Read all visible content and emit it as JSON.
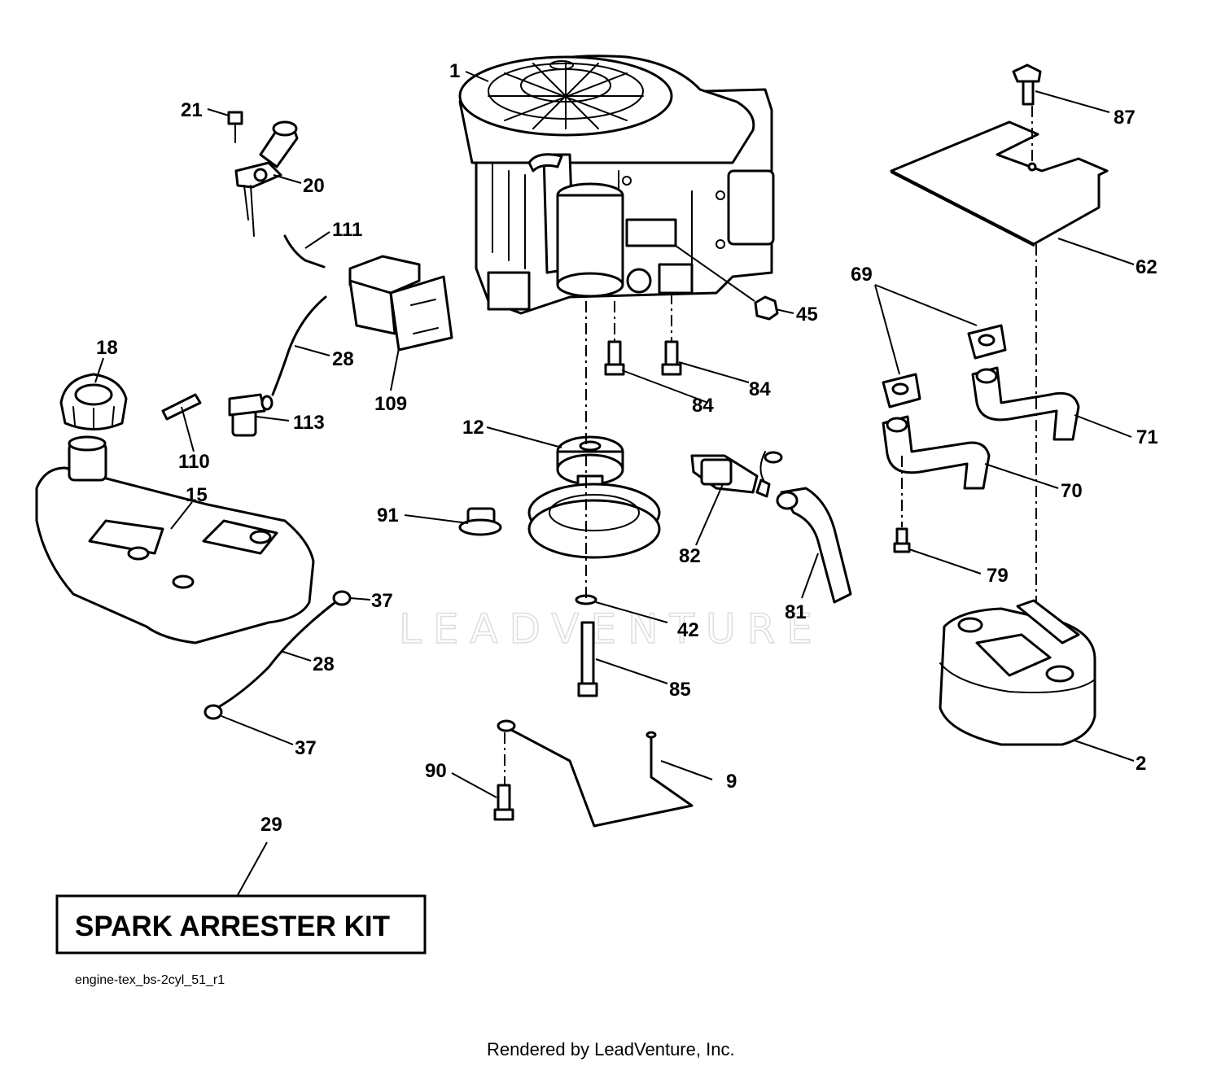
{
  "callouts": [
    "1",
    "2",
    "9",
    "12",
    "15",
    "18",
    "20",
    "21",
    "28",
    "28",
    "29",
    "37",
    "37",
    "42",
    "45",
    "62",
    "69",
    "70",
    "71",
    "79",
    "81",
    "82",
    "84",
    "84",
    "85",
    "87",
    "90",
    "91",
    "109",
    "110",
    "111",
    "113"
  ],
  "kit_label": "SPARK ARRESTER KIT",
  "diagram_code": "engine-tex_bs-2cyl_51_r1",
  "footer": "Rendered by LeadVenture, Inc.",
  "watermark": "LEADVENTURE"
}
